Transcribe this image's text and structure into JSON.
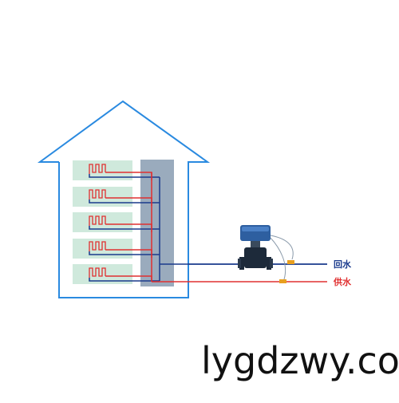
{
  "labels": {
    "return_water": "回水",
    "supply_water": "供水"
  },
  "watermark": "lygdzwy.co",
  "colors": {
    "outline": "#2a8ae0",
    "return_pipe": "#1a3a8c",
    "supply_pipe": "#e03030",
    "room_fill": "#cfe9dc",
    "shaft_fill": "#9aabbd",
    "valve_actuator": "#2e5fa0",
    "valve_body": "#1d2a3a",
    "return_label": "#1a3a8c",
    "supply_label": "#e03030"
  },
  "floors": 5
}
